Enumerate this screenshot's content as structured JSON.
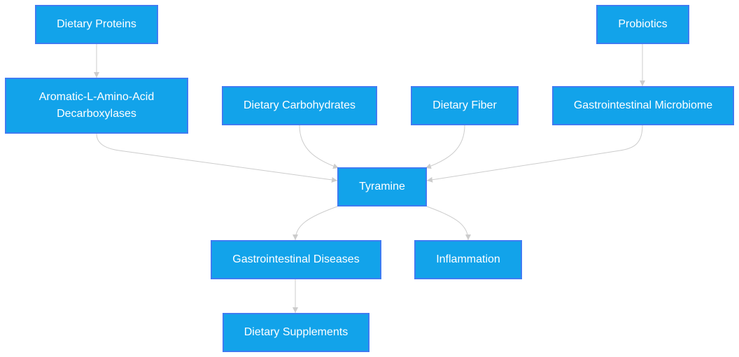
{
  "nodes": {
    "dietary_proteins": "Dietary Proteins",
    "probiotics": "Probiotics",
    "aadc_line1": "Aromatic-L-Amino-Acid",
    "aadc_line2": "Decarboxylases",
    "dietary_carbohydrates": "Dietary Carbohydrates",
    "dietary_fiber": "Dietary Fiber",
    "gi_microbiome": "Gastrointestinal Microbiome",
    "tyramine": "Tyramine",
    "gi_diseases": "Gastrointestinal Diseases",
    "inflammation": "Inflammation",
    "dietary_supplements": "Dietary Supplements"
  },
  "edges": [
    {
      "from": "Dietary Proteins",
      "to": "Aromatic-L-Amino-Acid Decarboxylases"
    },
    {
      "from": "Probiotics",
      "to": "Gastrointestinal Microbiome"
    },
    {
      "from": "Aromatic-L-Amino-Acid Decarboxylases",
      "to": "Tyramine"
    },
    {
      "from": "Dietary Carbohydrates",
      "to": "Tyramine"
    },
    {
      "from": "Dietary Fiber",
      "to": "Tyramine"
    },
    {
      "from": "Gastrointestinal Microbiome",
      "to": "Tyramine"
    },
    {
      "from": "Tyramine",
      "to": "Gastrointestinal Diseases"
    },
    {
      "from": "Tyramine",
      "to": "Inflammation"
    },
    {
      "from": "Gastrointestinal Diseases",
      "to": "Dietary Supplements"
    }
  ],
  "colors": {
    "node_fill": "#12a3ea",
    "node_border": "#3f7cf2",
    "node_text": "#ffffff",
    "edge": "#cccccc"
  }
}
